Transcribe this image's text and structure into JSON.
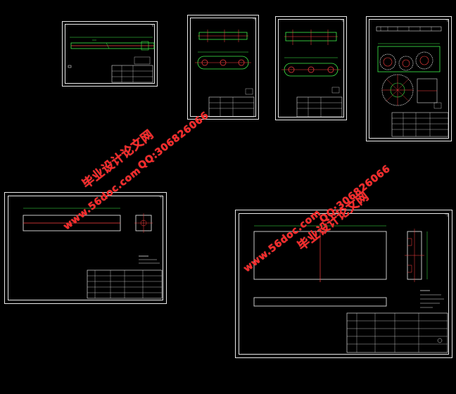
{
  "sheets": [
    {
      "id": "sheet-shaft"
    },
    {
      "id": "sheet-link-plate-a"
    },
    {
      "id": "sheet-link-plate-b"
    },
    {
      "id": "sheet-gear-assembly"
    },
    {
      "id": "sheet-bar-part"
    },
    {
      "id": "sheet-plate-part"
    }
  ],
  "watermarks": {
    "site_cn": "毕业设计论文网",
    "url": "www.56doc.com",
    "qq": "QQ:306826066"
  }
}
